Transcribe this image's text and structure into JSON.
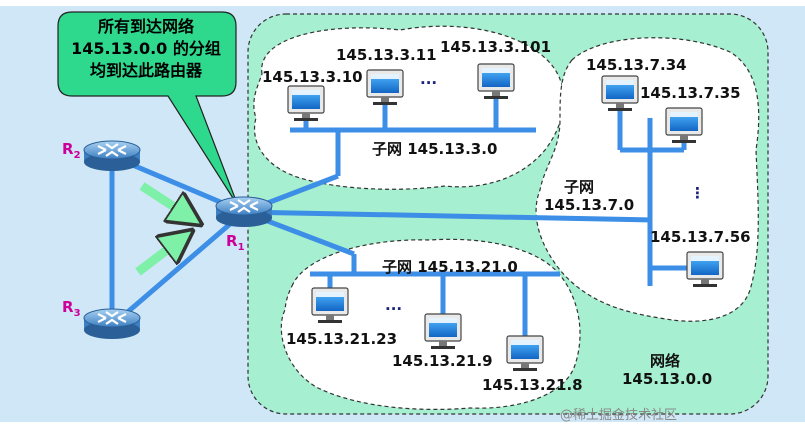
{
  "callout": {
    "line1": "所有到达网络",
    "line2": "145.13.0.0 的分组",
    "line3": "均到达此路由器"
  },
  "routers": {
    "r1": {
      "name": "R",
      "sub": "1"
    },
    "r2": {
      "name": "R",
      "sub": "2"
    },
    "r3": {
      "name": "R",
      "sub": "3"
    }
  },
  "subnet_3": {
    "label": "子网 145.13.3.0",
    "hosts": [
      "145.13.3.10",
      "145.13.3.11",
      "145.13.3.101"
    ],
    "ellipsis": "..."
  },
  "subnet_7": {
    "label_line1": "子网",
    "label_line2": "145.13.7.0",
    "hosts": [
      "145.13.7.34",
      "145.13.7.35",
      "145.13.7.56"
    ],
    "ellipsis": "⋮"
  },
  "subnet_21": {
    "label": "子网 145.13.21.0",
    "hosts": [
      "145.13.21.23",
      "145.13.21.9",
      "145.13.21.8"
    ],
    "ellipsis": "..."
  },
  "network": {
    "label_line1": "网络",
    "label_line2": "145.13.0.0"
  },
  "watermark": "@稀土掘金技术社区",
  "colors": {
    "background": "#cfe7f7",
    "network_region": "#a6efd1",
    "subnet_region": "#ffffff",
    "link": "#3c8ee6",
    "router_label": "#cc0099",
    "callout_fill": "#2ed98e"
  }
}
